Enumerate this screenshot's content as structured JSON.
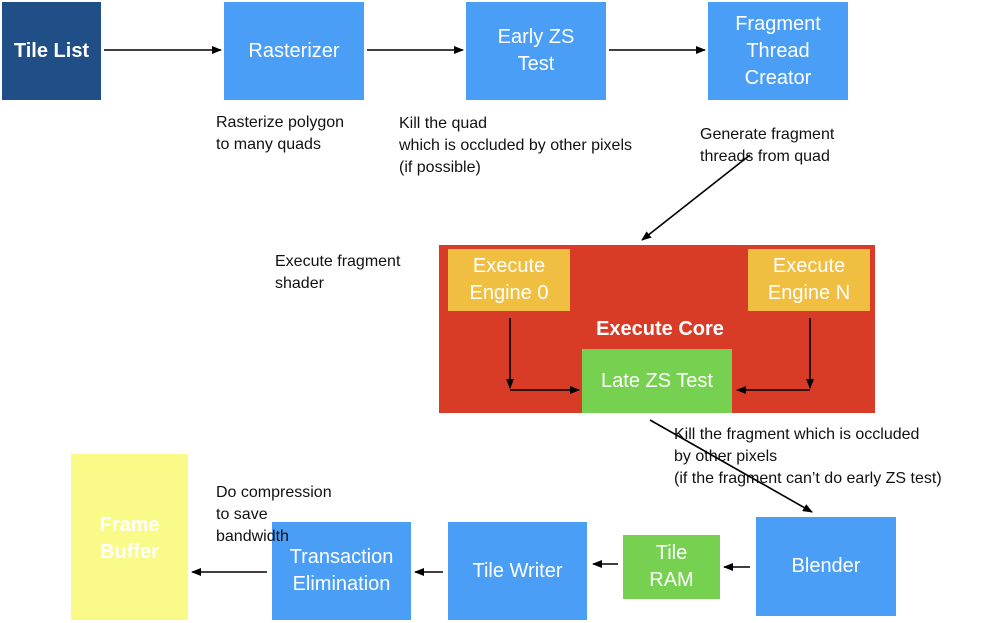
{
  "nodes": {
    "tile_list": "Tile List",
    "rasterizer": "Rasterizer",
    "early_zs": "Early ZS\nTest",
    "fragment_thread_creator": "Fragment\nThread\nCreator",
    "execute_core": "Execute Core",
    "execute_engine_0": "Execute\nEngine 0",
    "execute_engine_n": "Execute\nEngine N",
    "late_zs": "Late ZS Test",
    "blender": "Blender",
    "tile_ram": "Tile\nRAM",
    "tile_writer": "Tile Writer",
    "transaction_elimination": "Transaction\nElimination",
    "frame_buffer": "Frame\nBuffer"
  },
  "notes": {
    "rasterize": "Rasterize polygon\nto many quads",
    "kill_quad": "Kill the quad\nwhich is occluded by other pixels\n(if possible)",
    "generate_threads": "Generate fragment\nthreads from quad",
    "execute_shader": "Execute fragment\nshader",
    "kill_fragment": "Kill the fragment which is occluded\nby other pixels\n(if the fragment can’t do early ZS test)",
    "compression": "Do compression\nto save\nbandwidth"
  },
  "colors": {
    "blue": "#4a9ef5",
    "navy": "#1f4f86",
    "red": "#d93c26",
    "yellow": "#f0be41",
    "green": "#77d151",
    "pale_yellow": "#fafa88"
  }
}
